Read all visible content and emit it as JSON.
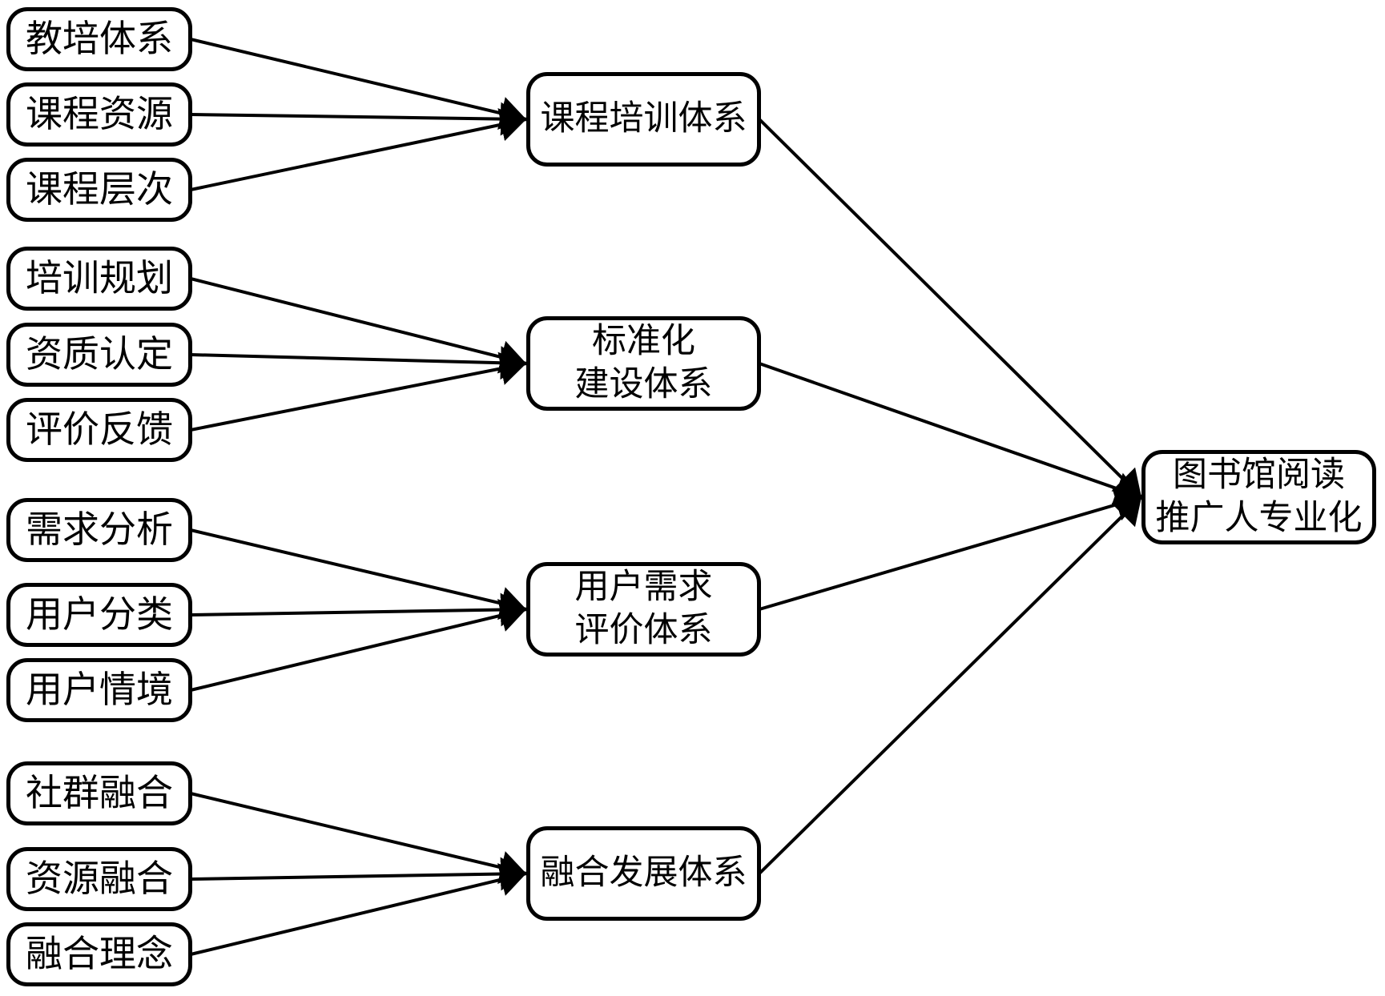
{
  "goal": {
    "label": "图书馆阅读\n推广人专业化"
  },
  "groups": [
    {
      "system": "课程培训体系",
      "inputs": [
        "教培体系",
        "课程资源",
        "课程层次"
      ]
    },
    {
      "system": "标准化\n建设体系",
      "inputs": [
        "培训规划",
        "资质认定",
        "评价反馈"
      ]
    },
    {
      "system": "用户需求\n评价体系",
      "inputs": [
        "需求分析",
        "用户分类",
        "用户情境"
      ]
    },
    {
      "system": "融合发展体系",
      "inputs": [
        "社群融合",
        "资源融合",
        "融合理念"
      ]
    }
  ],
  "colors": {
    "line": "#000000",
    "box_border": "#000000",
    "text": "#000000",
    "background": "#ffffff"
  }
}
